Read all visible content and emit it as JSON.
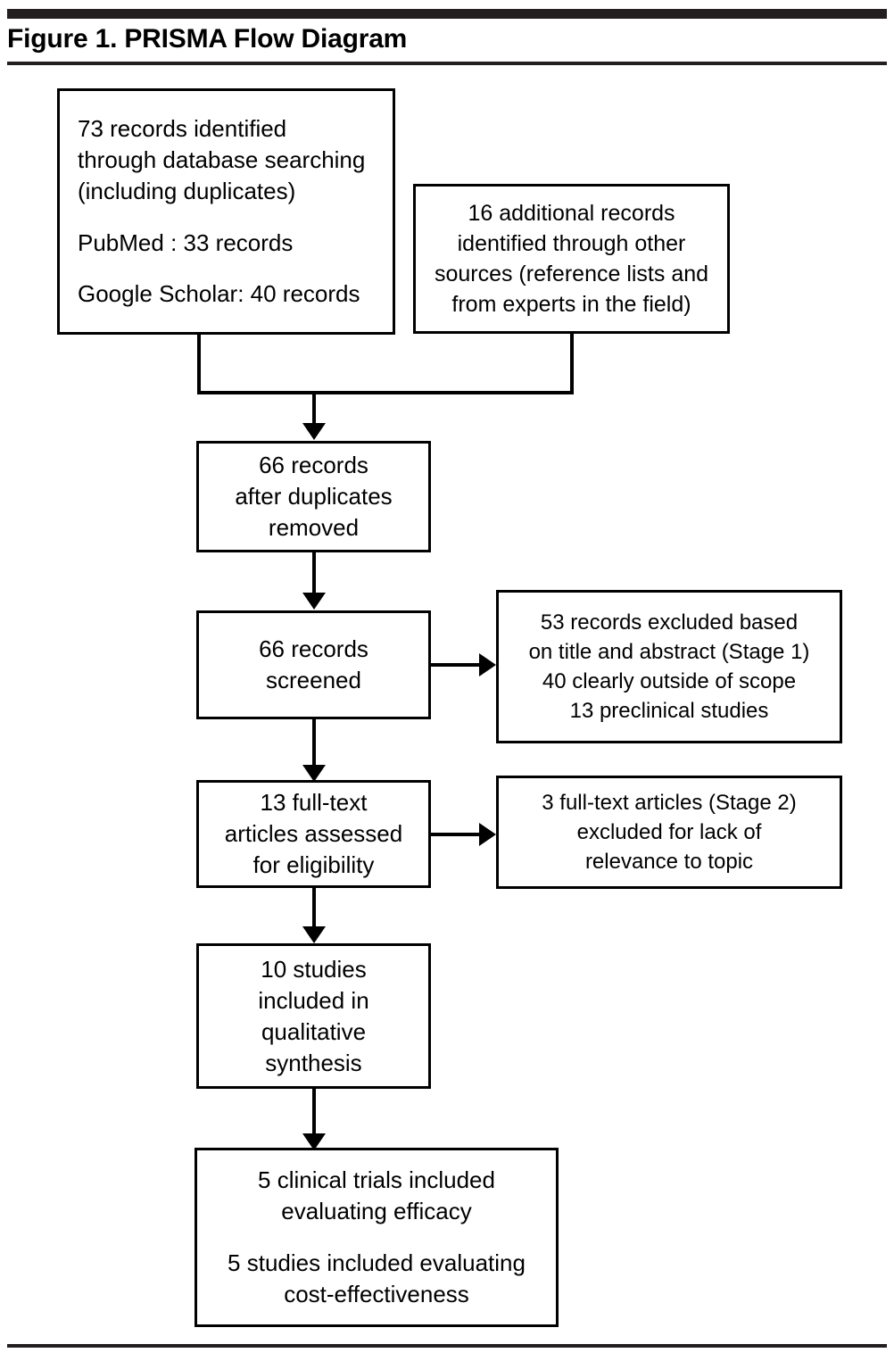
{
  "figure": {
    "title": "Figure 1. PRISMA Flow Diagram"
  },
  "diagram": {
    "type": "prisma-flow-diagram",
    "nodes": {
      "identification_database": {
        "id": "identification-database",
        "align": "left",
        "lines": [
          "73 records identified",
          "through database searching",
          "(including duplicates)",
          "",
          "PubMed : 33 records",
          "",
          "Google Scholar: 40 records"
        ],
        "count": 73,
        "sources": [
          {
            "name": "PubMed",
            "records": 33
          },
          {
            "name": "Google Scholar",
            "records": 40
          }
        ]
      },
      "identification_other": {
        "id": "identification-other-sources",
        "align": "center",
        "lines": [
          "16 additional records",
          "identified through other",
          "sources (reference lists and",
          "from experts in the field)"
        ],
        "count": 16
      },
      "duplicates_removed": {
        "id": "records-after-duplicates-removed",
        "align": "center",
        "lines": [
          "66 records",
          "after duplicates",
          "removed"
        ],
        "count": 66
      },
      "screened": {
        "id": "records-screened",
        "align": "center",
        "lines": [
          "66 records",
          "screened"
        ],
        "count": 66
      },
      "excluded_stage1": {
        "id": "records-excluded-stage-1",
        "align": "center",
        "lines": [
          "53 records excluded based",
          "on title and abstract (Stage 1)",
          "40 clearly outside of scope",
          "13 preclinical studies"
        ],
        "count": 53,
        "reasons": [
          {
            "label": "clearly outside of scope",
            "count": 40
          },
          {
            "label": "preclinical studies",
            "count": 13
          }
        ]
      },
      "fulltext_assessed": {
        "id": "full-text-articles-assessed",
        "align": "center",
        "lines": [
          "13 full-text",
          "articles assessed",
          "for eligibility"
        ],
        "count": 13
      },
      "excluded_stage2": {
        "id": "full-text-excluded-stage-2",
        "align": "center",
        "lines": [
          "3 full-text articles (Stage 2)",
          "excluded for lack of",
          "relevance to topic"
        ],
        "count": 3
      },
      "qualitative": {
        "id": "studies-included-qualitative-synthesis",
        "align": "center",
        "lines": [
          "10 studies",
          "included in",
          "qualitative",
          "synthesis"
        ],
        "count": 10
      },
      "included_final": {
        "id": "studies-included-final",
        "align": "center",
        "lines": [
          "5 clinical trials included",
          "evaluating efficacy",
          "",
          "5 studies included evaluating",
          "cost-effectiveness"
        ],
        "clinical_trials_efficacy": 5,
        "studies_cost_effectiveness": 5
      }
    },
    "colors": {
      "stroke": "#000000",
      "rule": "#231f20",
      "background": "#ffffff",
      "text": "#000000"
    }
  }
}
